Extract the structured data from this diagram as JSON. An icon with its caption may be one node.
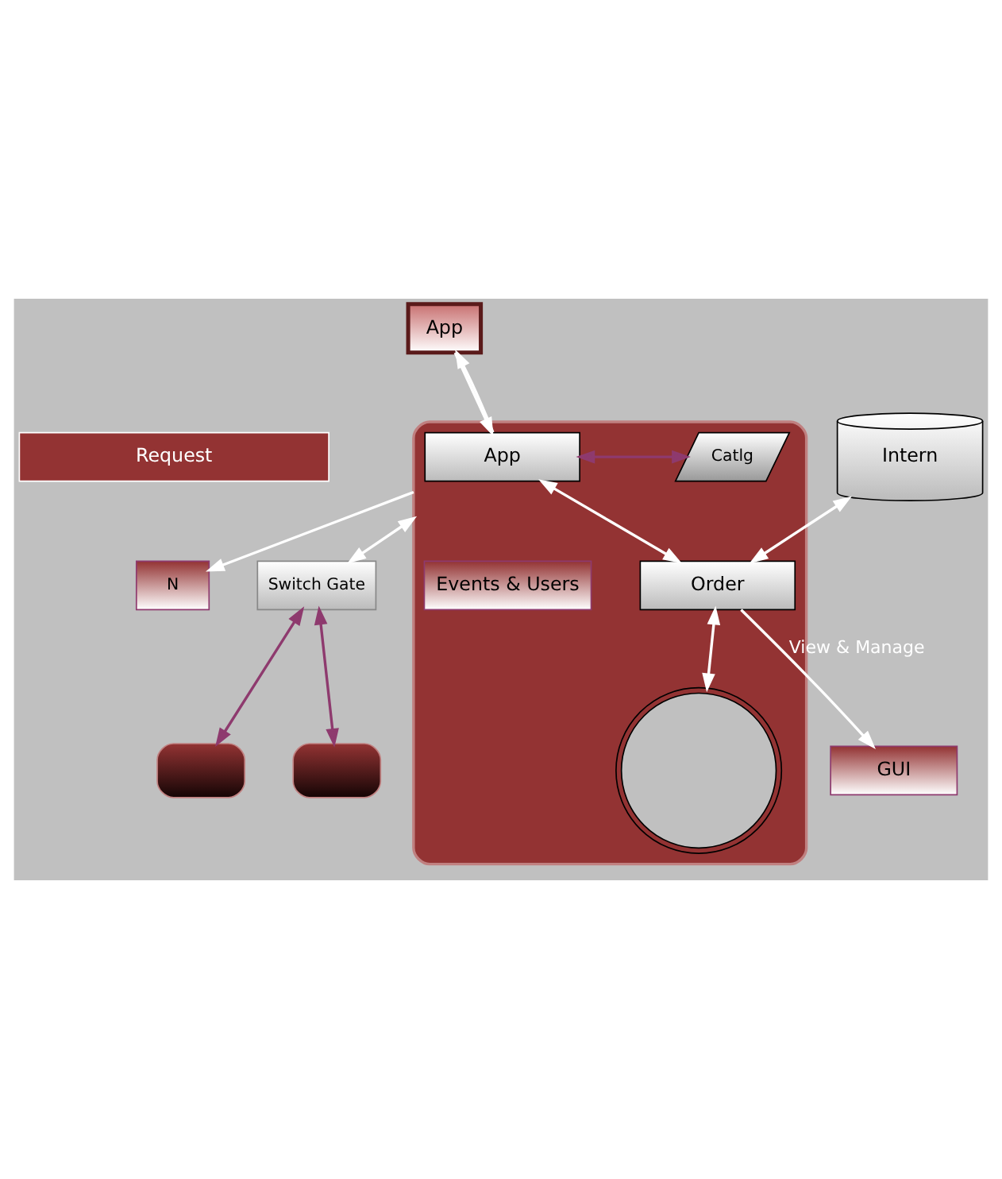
{
  "diagram": {
    "nodes": [
      {
        "text": [
          "App"
        ]
      },
      {
        "text": [
          "Request"
        ]
      },
      {
        "text": [],
        "shape": "box"
      },
      {
        "text": [
          "App"
        ],
        "in": 2
      },
      {
        "text": [
          "Catlg"
        ],
        "in": 2
      },
      {
        "text": [
          "Order"
        ],
        "in": 2
      },
      {
        "text": [],
        "shape": "ellipse",
        "in": 2
      },
      {
        "text": [
          "Events & Users"
        ],
        "in": 2
      },
      {
        "text": [
          "N"
        ]
      },
      {
        "text": [
          "Intern"
        ]
      },
      {
        "text": [
          "GUI"
        ]
      },
      {
        "text": [
          "Switch Gate"
        ]
      },
      {
        "text": [],
        "shape": "box"
      },
      {
        "text": [],
        "shape": "box"
      }
    ],
    "edges": [
      {
        "from": 0,
        "to": 3,
        "arrow": "to"
      },
      {
        "from": 3,
        "to": 0,
        "arrow": "to"
      },
      {
        "from": 3,
        "to": 4,
        "arrow": "both",
        "color": "#8e3a6e"
      },
      {
        "from": 3,
        "to": 5,
        "arrow": "both"
      },
      {
        "from": 9,
        "to": 5,
        "arrow": "both"
      },
      {
        "from": 5,
        "to": 10,
        "arrow": "to",
        "label": "View & Manage"
      },
      {
        "from": 5,
        "to": 6,
        "arrow": "both"
      },
      {
        "from": 2,
        "to": 8,
        "arrow": "to"
      },
      {
        "from": 2,
        "to": 11,
        "arrow": "both"
      },
      {
        "from": 11,
        "to": 12,
        "arrow": "both",
        "color": "#8e3a6e"
      },
      {
        "from": 11,
        "to": 13,
        "arrow": "both",
        "color": "#8e3a6e"
      }
    ]
  }
}
